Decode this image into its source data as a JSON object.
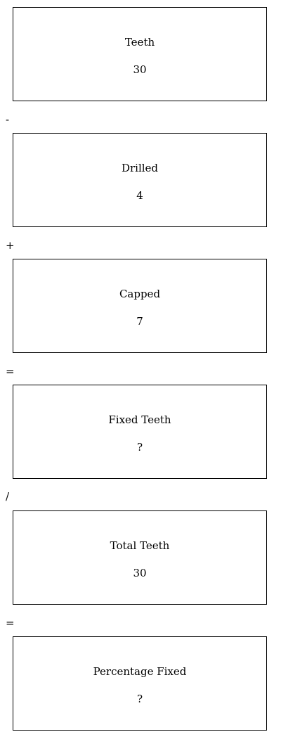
{
  "steps": [
    {
      "label": "Teeth",
      "value": "30"
    },
    {
      "label": "Drilled",
      "value": "4"
    },
    {
      "label": "Capped",
      "value": "7"
    },
    {
      "label": "Fixed Teeth",
      "value": "?"
    },
    {
      "label": "Total Teeth",
      "value": "30"
    },
    {
      "label": "Percentage Fixed",
      "value": "?"
    }
  ],
  "operators": [
    "-",
    "+",
    "=",
    "/",
    "="
  ]
}
